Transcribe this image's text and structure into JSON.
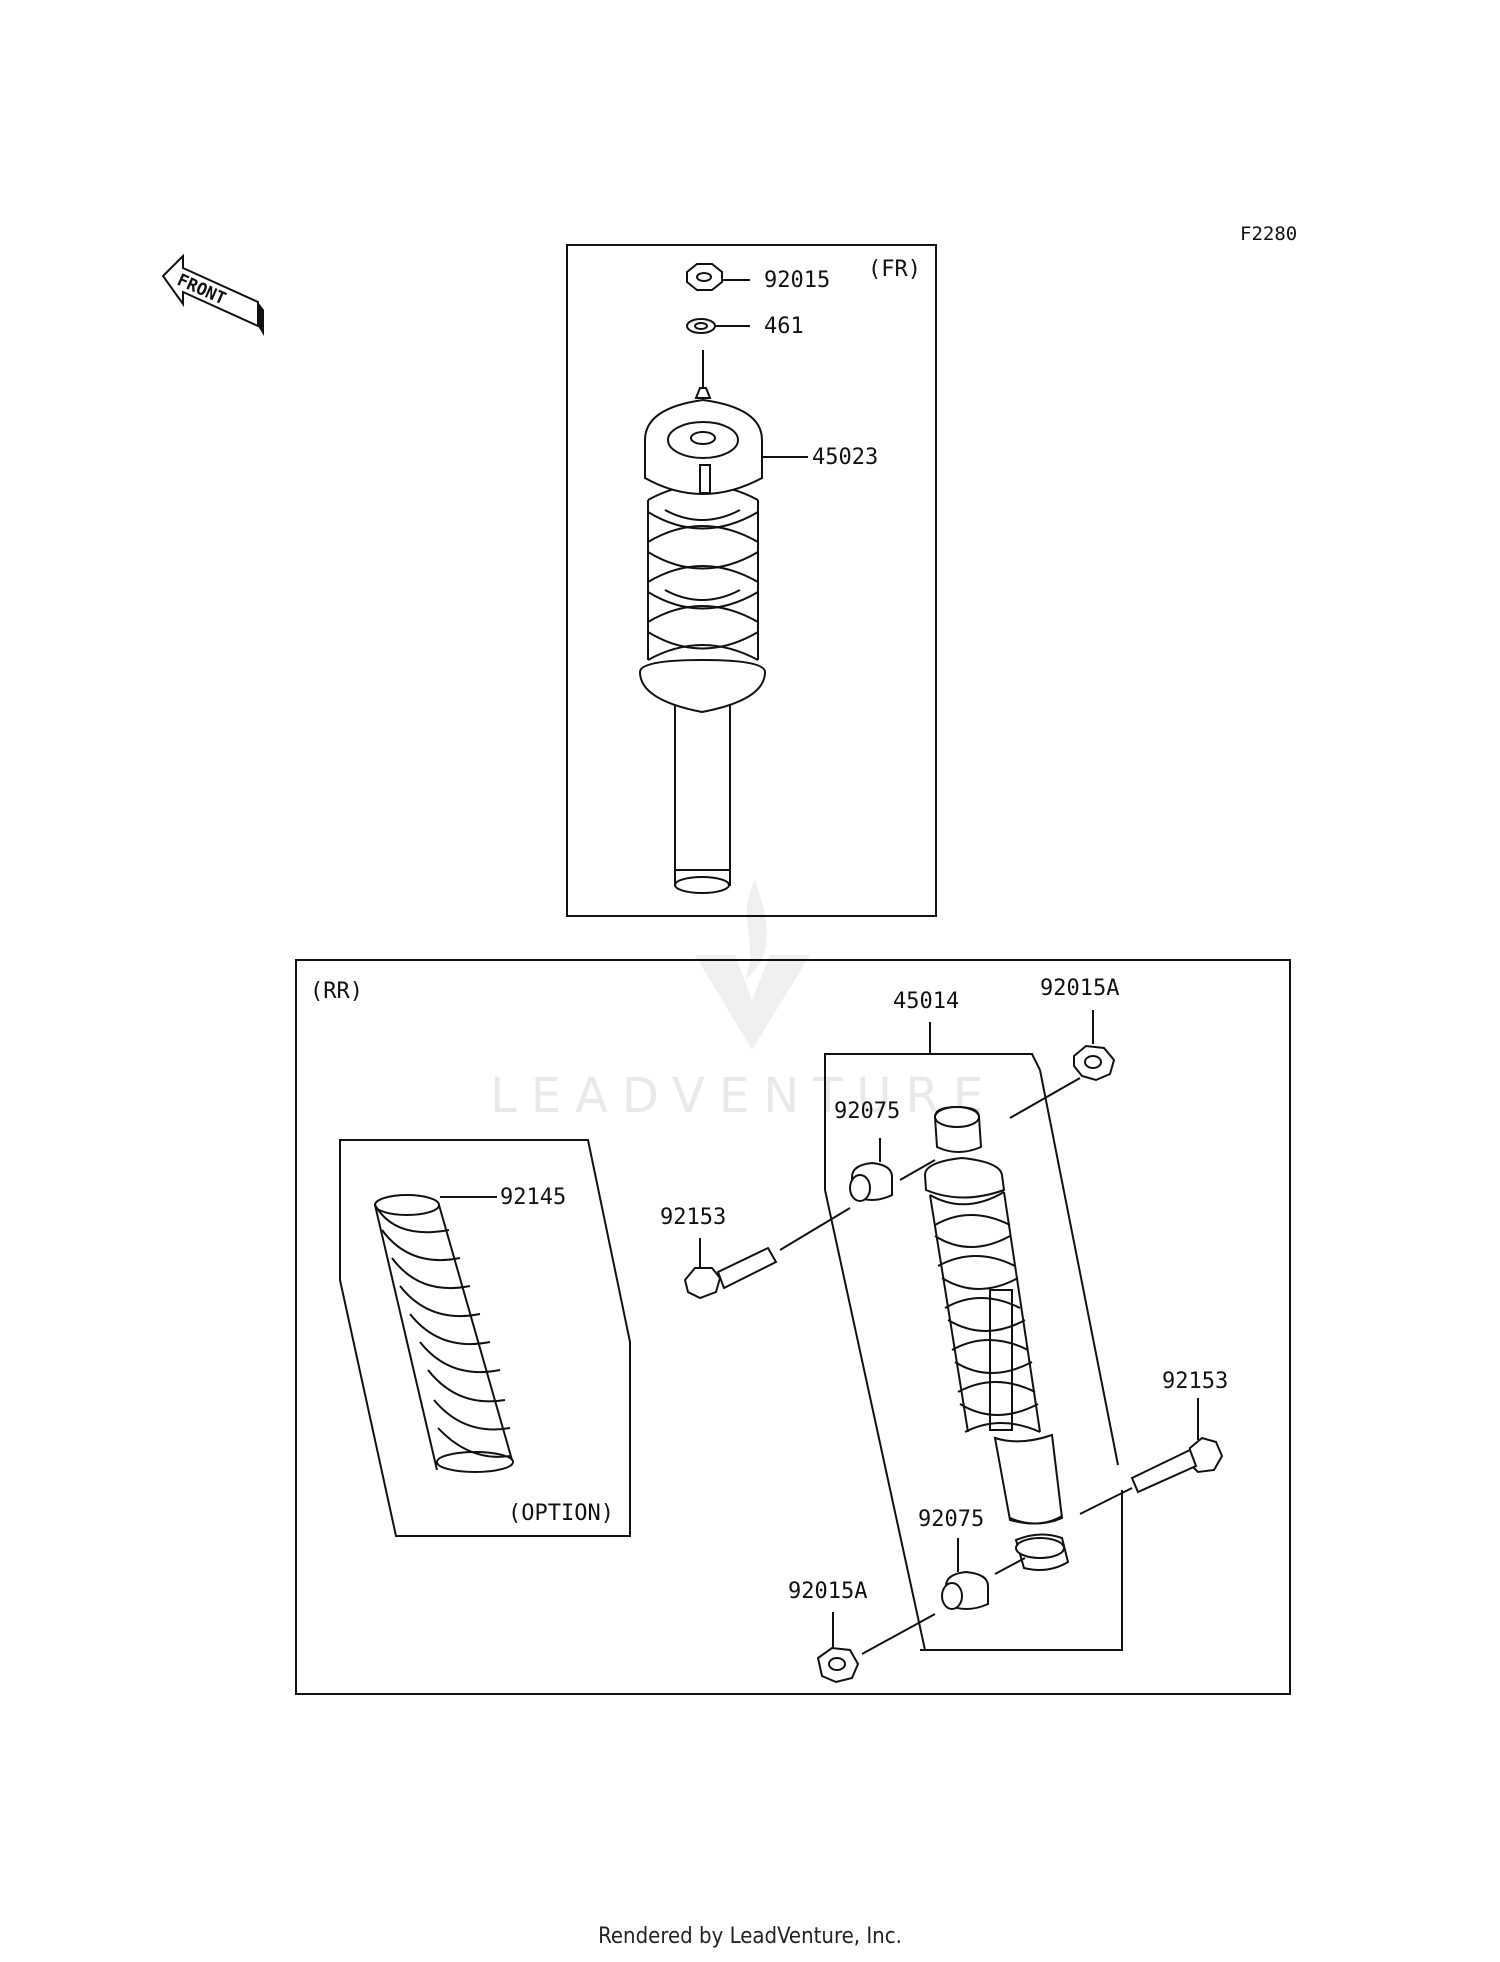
{
  "figure_code": "F2280",
  "front_arrow_text": "FRONT",
  "front_section": {
    "label": "(FR)",
    "callouts": {
      "nut": "92015",
      "washer": "461",
      "shock": "45023"
    }
  },
  "rear_section": {
    "label": "(RR)",
    "callouts": {
      "shock_assy": "45014",
      "nut_top": "92015A",
      "bushing_top": "92075",
      "bolt_left": "92153",
      "bolt_right": "92153",
      "bushing_bottom": "92075",
      "nut_bottom": "92015A",
      "spring": "92145"
    },
    "option_label": "(OPTION)"
  },
  "watermark": "LEADVENTURE",
  "credit": "Rendered by LeadVenture, Inc."
}
